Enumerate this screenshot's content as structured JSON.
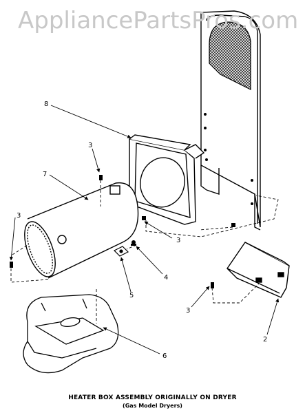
{
  "watermark": "AppliancePartsPros.com",
  "callouts": {
    "c8": "8",
    "c7": "7",
    "c3_top": "3",
    "c3_left": "3",
    "c3_mid": "3",
    "c3_bottom": "3",
    "c4": "4",
    "c5": "5",
    "c6": "6",
    "c2": "2"
  },
  "caption": {
    "line1": "HEATER BOX ASSEMBLY ORIGINALLY ON DRYER",
    "line2": "(Gas Model Dryers)"
  }
}
